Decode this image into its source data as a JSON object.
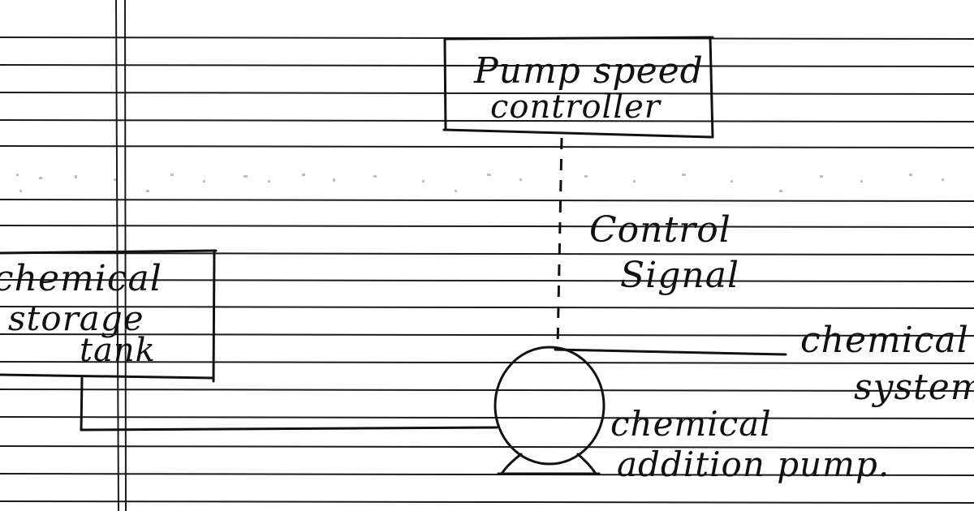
{
  "diagram": {
    "controller_box": {
      "line1": "Pump speed",
      "line2": "controller"
    },
    "storage_tank": {
      "line1": "chemical",
      "line2": "storage",
      "line3": "tank"
    },
    "signal_label": {
      "line1": "Control",
      "line2": "Signal"
    },
    "system_label": {
      "line1": "chemical",
      "line2": "system"
    },
    "pump_label": {
      "line1": "chemical",
      "line2": "addition pump."
    }
  },
  "colors": {
    "paper": "#ffffff",
    "rule_line": "#1a1a1a",
    "ink": "#111111"
  }
}
